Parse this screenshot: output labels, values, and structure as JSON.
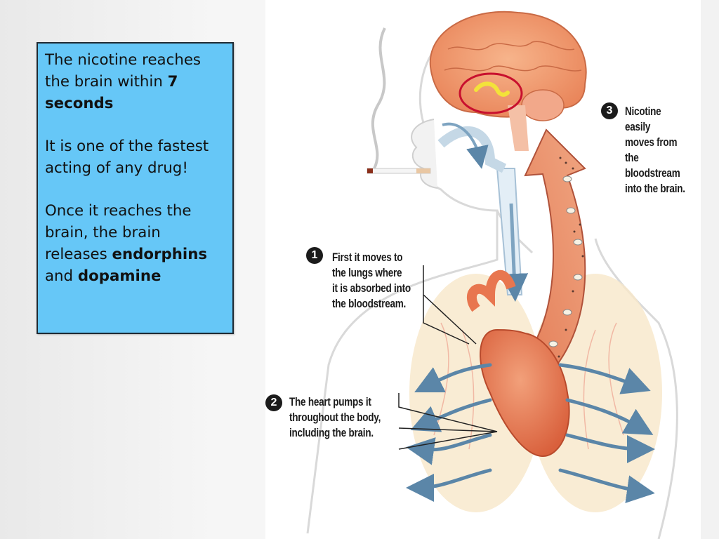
{
  "textbox": {
    "p1_a": "The nicotine reaches the brain within ",
    "p1_b": "7 seconds",
    "p2": "It is one of the fastest acting of any drug!",
    "p3_a": "Once it reaches the brain, the brain releases ",
    "p3_b": "endorphins",
    "p3_c": " and ",
    "p3_d": "dopamine"
  },
  "steps": [
    {
      "num": "1",
      "text": [
        "First it moves to",
        "the lungs where",
        "it is absorbed into",
        "the bloodstream."
      ]
    },
    {
      "num": "2",
      "text": [
        "The heart pumps it",
        "throughout the body,",
        "including the brain."
      ]
    },
    {
      "num": "3",
      "text": [
        "Nicotine easily",
        "moves from the",
        "bloodstream",
        "into the brain."
      ]
    }
  ],
  "colors": {
    "textbox_bg": "#66c7f7",
    "arrow_red": "#e58a62",
    "airflow_blue": "#5b86a8",
    "heart": "#e8764f"
  }
}
